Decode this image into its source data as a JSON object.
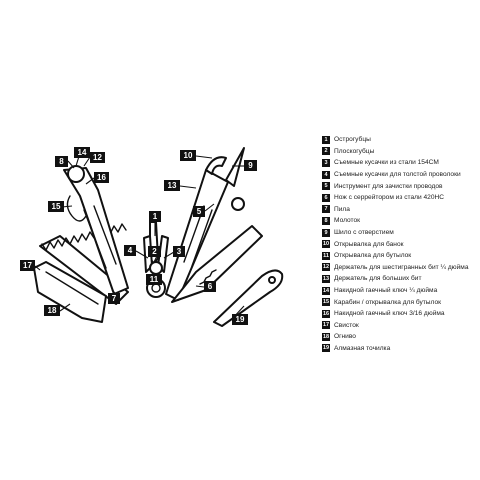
{
  "diagram": {
    "callouts": [
      "1",
      "2",
      "3",
      "4",
      "5",
      "6",
      "7",
      "8",
      "9",
      "10",
      "11",
      "12",
      "13",
      "14",
      "15",
      "16",
      "17",
      "18",
      "19"
    ],
    "legend": [
      {
        "num": "1",
        "label": "Острогубцы"
      },
      {
        "num": "2",
        "label": "Плоскогубцы"
      },
      {
        "num": "3",
        "label": "Съемные кусачки из стали 154CM"
      },
      {
        "num": "4",
        "label": "Съемные кусачки для толстой проволоки"
      },
      {
        "num": "5",
        "label": "Инструмент для зачистки проводов"
      },
      {
        "num": "6",
        "label": "Нож с серрейтором из стали 420HC"
      },
      {
        "num": "7",
        "label": "Пила"
      },
      {
        "num": "8",
        "label": "Молоток"
      },
      {
        "num": "9",
        "label": "Шило с отверстием"
      },
      {
        "num": "10",
        "label": "Открывалка для банок"
      },
      {
        "num": "11",
        "label": "Открывалка для бутылок"
      },
      {
        "num": "12",
        "label": "Держатель для шестигранных бит ¼ дюйма"
      },
      {
        "num": "13",
        "label": "Держатель для больших бит"
      },
      {
        "num": "14",
        "label": "Накидной гаечный ключ ¼ дюйма"
      },
      {
        "num": "15",
        "label": "Карабин / открывалка для бутылок"
      },
      {
        "num": "16",
        "label": "Накидной гаечный ключ 3/16 дюйма"
      },
      {
        "num": "17",
        "label": "Свисток"
      },
      {
        "num": "18",
        "label": "Огниво"
      },
      {
        "num": "19",
        "label": "Алмазная точилка"
      }
    ]
  }
}
